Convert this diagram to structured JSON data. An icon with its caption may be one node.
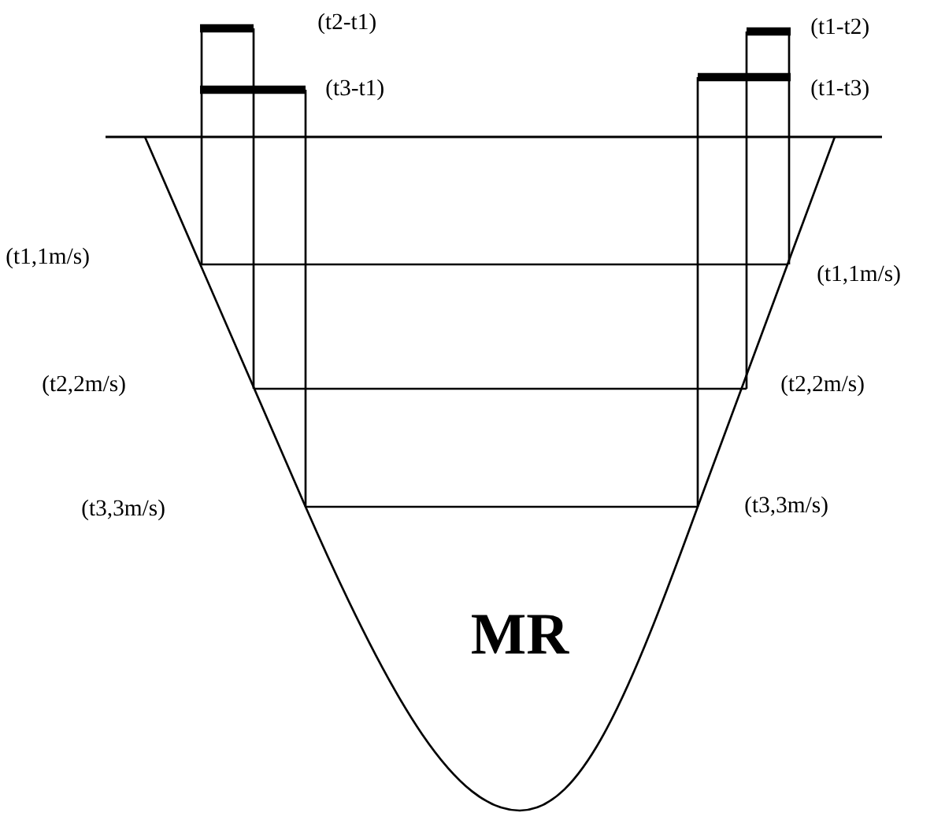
{
  "diagram": {
    "labels": [
      "(t2-t1)",
      "(t1-t2)",
      "(t3-t1)",
      "(t1-t3)",
      "(t1,1m/s)",
      "(t1,1m/s)",
      "(t2,2m/s)",
      "(t2,2m/s)",
      "(t3,3m/s)",
      "(t3,3m/s)",
      "MR"
    ]
  }
}
